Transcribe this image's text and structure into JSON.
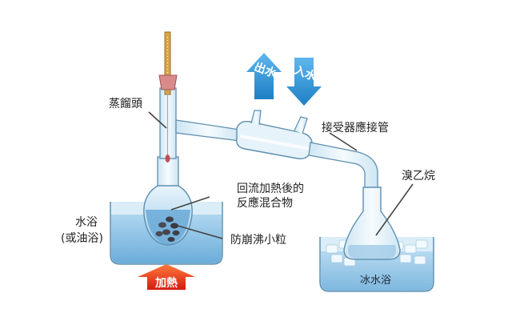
{
  "labels": {
    "distilling_head": "蒸餾頭",
    "water_out": "出水",
    "water_in": "入水",
    "receiver_adapter": "接受器應接管",
    "reflux_mixture_line1": "回流加熱後的",
    "reflux_mixture_line2": "反應混合物",
    "boiling_chips": "防崩沸小粒",
    "water_bath_line1": "水浴",
    "water_bath_line2": "(或油浴)",
    "heat": "加熱",
    "bromoethane": "溴乙烷",
    "ice_water_bath": "冰水浴"
  },
  "colors": {
    "glass_stroke": "#5d8fb0",
    "glass_fill": "#e3f1f9",
    "water_blue": "#8fc1e3",
    "arrow_blue": "#3a9ad8",
    "heat_red": "#e8331e",
    "thermo_tan": "#c89640",
    "stopper_pink": "#d98a8a"
  }
}
